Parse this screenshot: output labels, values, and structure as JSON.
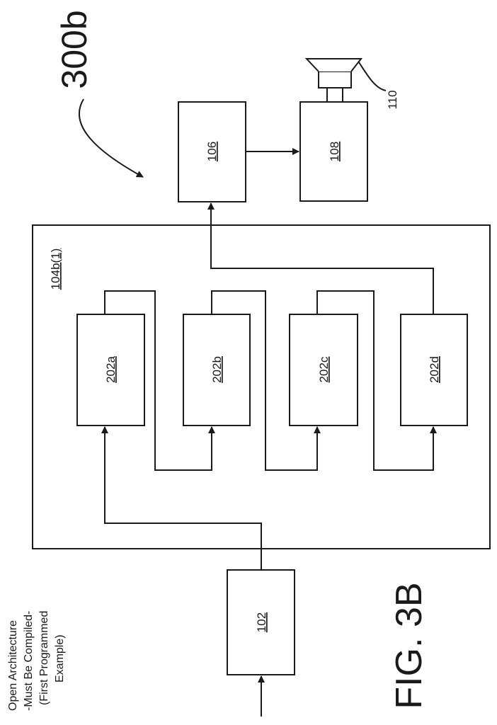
{
  "figure": {
    "ref_number": "300b",
    "caption": "FIG. 3B",
    "note_lines": [
      "Open Architecture",
      "-Must Be Compiled-",
      "(First Programmed",
      "Example)"
    ]
  },
  "blocks": {
    "input": "102",
    "container": "104b(1)",
    "stage_a": "202a",
    "stage_b": "202b",
    "stage_c": "202c",
    "stage_d": "202d",
    "processor": "106",
    "driver": "108",
    "speaker": "110"
  },
  "icons": {
    "speaker": "speaker-icon"
  }
}
